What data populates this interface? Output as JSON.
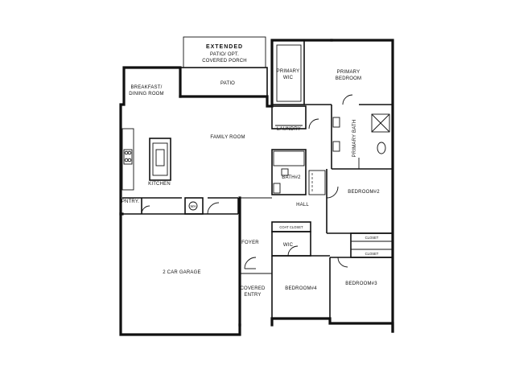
{
  "rooms": {
    "extended_title": "EXTENDED",
    "extended_sub1": "PATIO/ OPT.",
    "extended_sub2": "COVERED PORCH",
    "patio": "PATIO",
    "breakfast1": "BREAKFAST/",
    "breakfast2": "DINING ROOM",
    "family_room": "FAMILY ROOM",
    "kitchen": "KITCHEN",
    "pantry": "PNTRY.",
    "wh": "WH",
    "garage": "2 CAR GARAGE",
    "foyer": "FOYER",
    "covered_entry1": "COVERED",
    "covered_entry2": "ENTRY",
    "laundry": "LAUNDRY",
    "bath2": "BATH#2",
    "hall": "HALL",
    "coat_closet": "COAT CLOSET",
    "wic_small": "WIC",
    "bedroom4": "BEDROOM#4",
    "bedroom3": "BEDROOM#3",
    "bedroom2": "BEDROOM#2",
    "closet_a": "CLOSET",
    "closet_b": "CLOSET",
    "primary_wic1": "PRIMARY",
    "primary_wic2": "WIC",
    "primary_bedroom1": "PRIMARY",
    "primary_bedroom2": "BEDROOM",
    "primary_bath": "PRIMARY BATH"
  }
}
